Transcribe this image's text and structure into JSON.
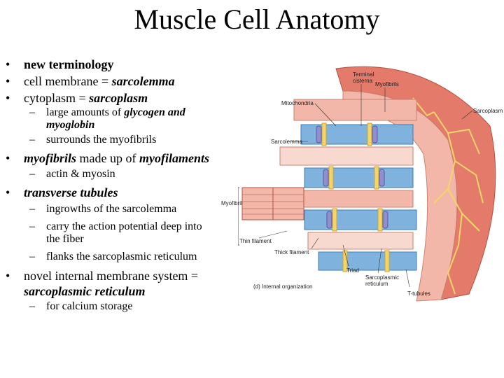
{
  "title": "Muscle Cell Anatomy",
  "bullets": {
    "b1": "new terminology",
    "b2_pre": "cell membrane = ",
    "b2_em": "sarcolemma",
    "b3_pre": "cytoplasm = ",
    "b3_em": "sarcoplasm",
    "b3_sub1_pre": "large amounts of ",
    "b3_sub1_em1": "glycogen and",
    "b3_sub1_em2": "myoglobin",
    "b3_sub2": "surrounds the myofibrils",
    "b4_em1": "myofibrils",
    "b4_mid": " made up of ",
    "b4_em2": "myofilaments",
    "b4_sub1": "actin & myosin",
    "b5_em": "transverse tubules",
    "b5_sub1": "ingrowths of the sarcolemma",
    "b5_sub2_l1": "carry the action potential deep into",
    "b5_sub2_l2": "the fiber",
    "b5_sub3": "flanks the sarcoplasmic reticulum",
    "b6_l1": "novel internal membrane system =",
    "b6_l2_em": "sarcoplasmic reticulum",
    "b6_sub1": "for calcium storage",
    "dot": "•",
    "dash": "–"
  },
  "figure": {
    "labels": {
      "terminal_cisterna": [
        "Terminal",
        "cisterna"
      ],
      "myofibrils": "Myofibrils",
      "mitochondria": "Mitochondria",
      "sarcoplasm": "Sarcoplasm",
      "sarcolemma": "Sarcolemma",
      "myofibril": "Myofibril",
      "thin_filament": "Thin filament",
      "thick_filament": "Thick filament",
      "triad": "Triad",
      "sarcoplasmic_reticulum": [
        "Sarcoplasmic",
        "reticulum"
      ],
      "caption": "(d) Internal organization",
      "t_tubules": "T-tubules"
    },
    "colors": {
      "outer": "#e47a6a",
      "fiber_pink": "#f2b7a8",
      "sr_blue": "#7fb3dd",
      "yellow": "#f3d56b",
      "purple": "#8f8fd0"
    }
  }
}
